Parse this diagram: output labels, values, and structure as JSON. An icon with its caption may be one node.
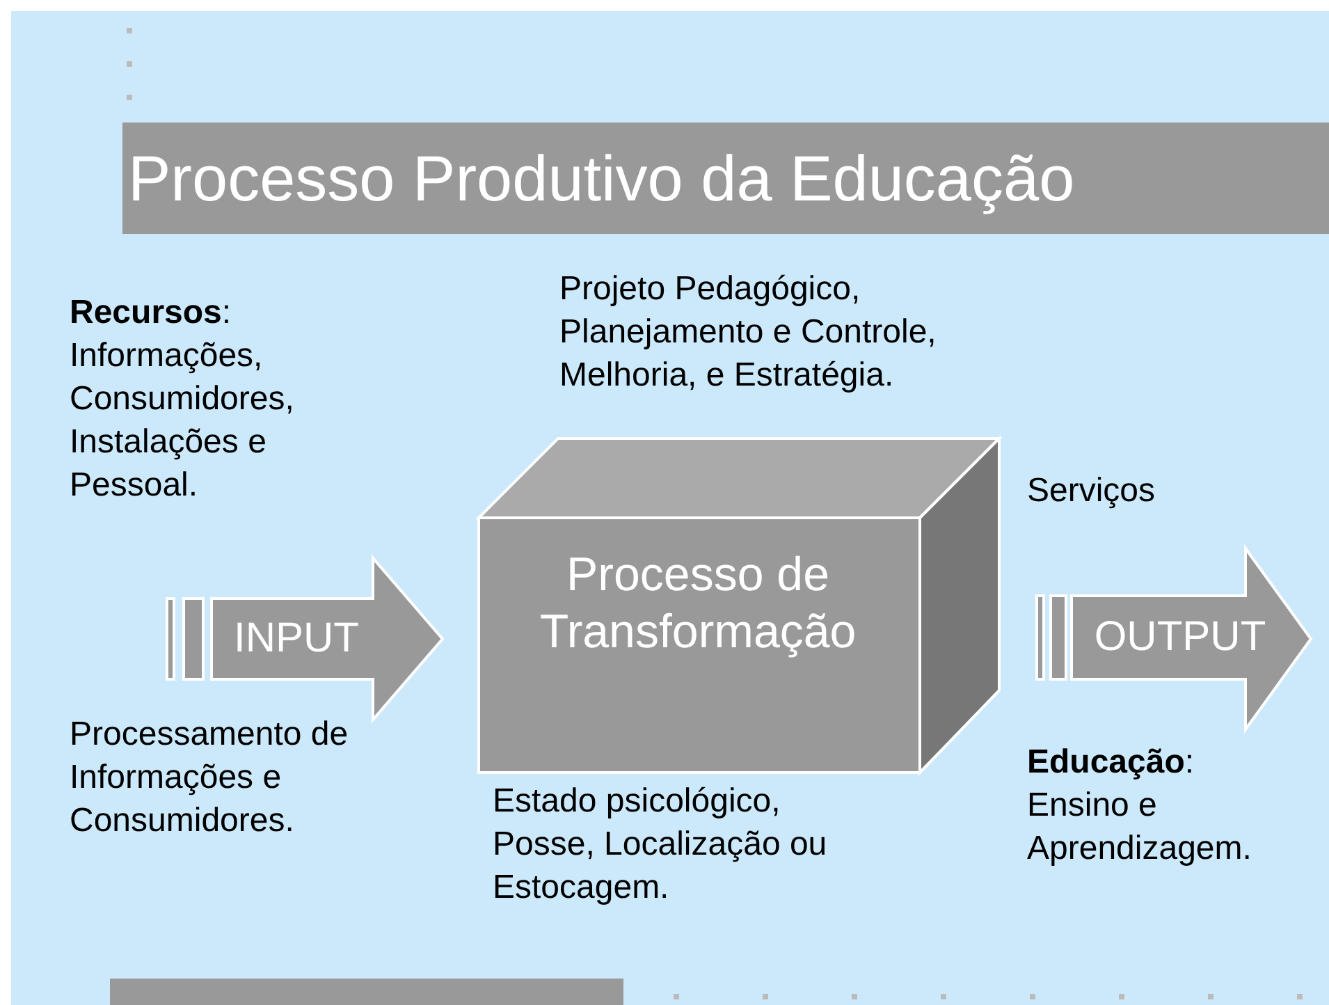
{
  "diagram": {
    "title": "Processo Produtivo da Educação",
    "nodes": [
      {
        "text": [
          "INPUT"
        ]
      },
      {
        "text": [
          "Processo de Transformação"
        ]
      },
      {
        "text": [
          "OUTPUT"
        ]
      }
    ],
    "labels": [
      "**Recursos**: Informações, Consumidores, Instalações e Pessoal.",
      "Projeto Pedagógico, Planejamento e Controle, Melhoria, e Estratégia.",
      "Serviços",
      "Processamento de Informações e Consumidores.",
      "Estado psicológico, Posse, Localização ou Estocagem.",
      "**Educação**: Ensino e Aprendizagem."
    ]
  }
}
